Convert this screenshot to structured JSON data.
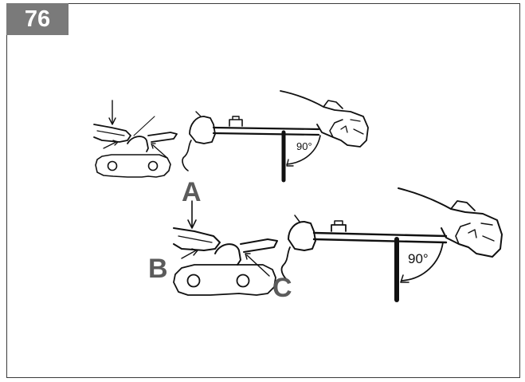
{
  "figure": {
    "number": "76",
    "callouts": {
      "a": "A",
      "b": "B",
      "c": "C"
    },
    "angle_top": "90°",
    "angle_bottom": "90°"
  },
  "colors": {
    "badge": "#7a7a7a",
    "callout": "#5b5b5b",
    "line_art": "#111111"
  }
}
